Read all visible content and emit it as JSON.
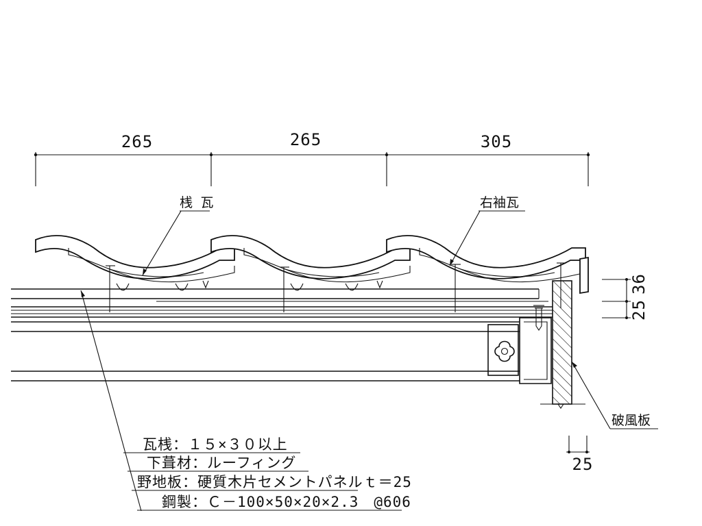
{
  "dimensions": {
    "top": [
      "265",
      "265",
      "305"
    ],
    "side": [
      "25",
      "36"
    ],
    "bottom": "25"
  },
  "labels": {
    "sanko_tile": "桟 瓦",
    "right_sleeve_tile": "右袖瓦",
    "barge_board": "破風板"
  },
  "notes": [
    "瓦桟：１５×３０以上",
    "下葺材：ルーフィング",
    "野地板：硬質木片セメントパネルｔ＝25",
    "鋼製：Ｃ－100×50×20×2.3　@606"
  ],
  "colors": {
    "line": "#111111",
    "background": "#ffffff"
  }
}
